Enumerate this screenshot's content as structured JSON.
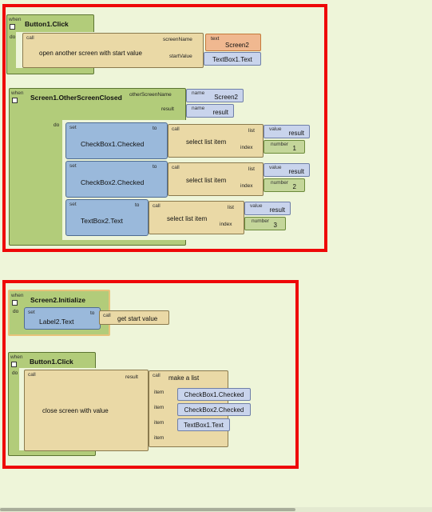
{
  "labels": {
    "when": "when",
    "do": "do",
    "call": "call",
    "set": "set",
    "to": "to",
    "item": "item",
    "list": "list",
    "index": "index",
    "name": "name",
    "value": "value",
    "number": "number",
    "text": "text"
  },
  "group1": {
    "button_click": {
      "title": "Button1.Click",
      "call_label": "open another screen with start value",
      "params": [
        "screenName",
        "startValue"
      ],
      "screen_name_value": "Screen2",
      "start_value": "TextBox1.Text"
    },
    "screen_closed": {
      "title": "Screen1.OtherScreenClosed",
      "params": [
        "otherScreenName",
        "result"
      ],
      "param_values": [
        "Screen2",
        "result"
      ],
      "sets": [
        {
          "target": "CheckBox1.Checked",
          "call": "select list item",
          "list": "result",
          "index": "1"
        },
        {
          "target": "CheckBox2.Checked",
          "call": "select list item",
          "list": "result",
          "index": "2"
        },
        {
          "target": "TextBox2.Text",
          "call": "select list item",
          "list": "result",
          "index": "3"
        }
      ]
    }
  },
  "group2": {
    "screen_init": {
      "title": "Screen2.Initialize",
      "set_target": "Label2.Text",
      "call": "get start value"
    },
    "button_click": {
      "title": "Button1.Click",
      "call_label": "close screen with value",
      "param": "result",
      "make_list": "make a list",
      "items": [
        "CheckBox1.Checked",
        "CheckBox2.Checked",
        "TextBox1.Text",
        ""
      ]
    }
  }
}
